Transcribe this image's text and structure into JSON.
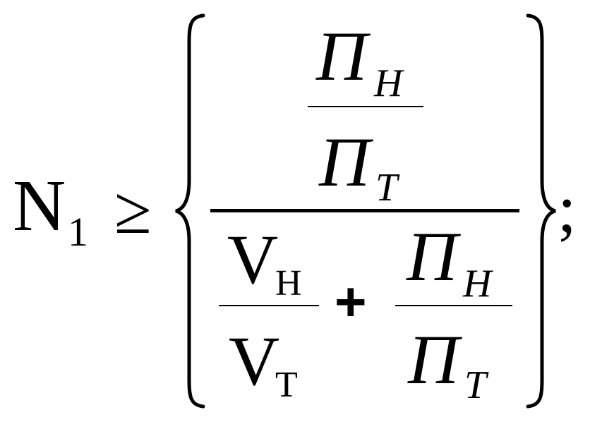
{
  "formula": {
    "lhs": {
      "symbol": "N",
      "subscript": "1"
    },
    "relation": "≥",
    "outer_fraction": {
      "numerator": {
        "top": {
          "symbol": "П",
          "subscript": "Н"
        },
        "bottom": {
          "symbol": "П",
          "subscript": "Т"
        }
      },
      "denominator": {
        "left": {
          "top": {
            "symbol": "V",
            "subscript": "Н"
          },
          "bottom": {
            "symbol": "V",
            "subscript": "Т"
          }
        },
        "operator": "+",
        "right": {
          "top": {
            "symbol": "П",
            "subscript": "Н"
          },
          "bottom": {
            "symbol": "П",
            "subscript": "Т"
          }
        }
      }
    },
    "terminator": ";"
  }
}
